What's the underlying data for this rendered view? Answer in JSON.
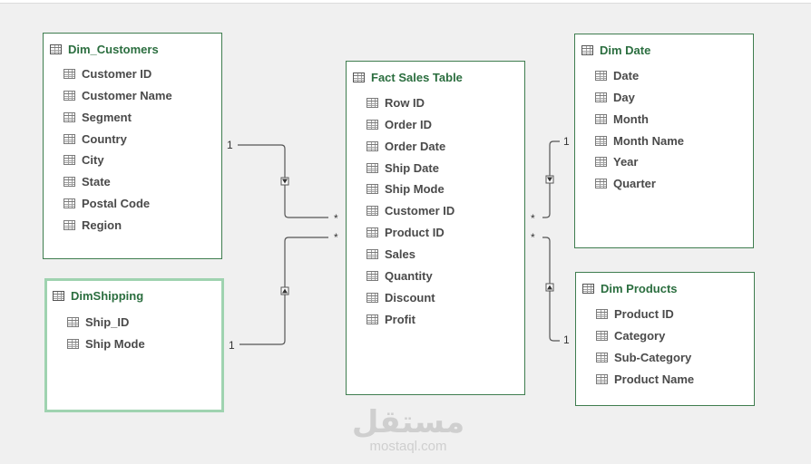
{
  "tables": {
    "dim_customers": {
      "title": "Dim_Customers",
      "fields": [
        "Customer ID",
        "Customer Name",
        "Segment",
        "Country",
        "City",
        "State",
        "Postal Code",
        "Region"
      ]
    },
    "dim_shipping": {
      "title": "DimShipping",
      "fields": [
        "Ship_ID",
        "Ship Mode"
      ]
    },
    "fact_sales": {
      "title": "Fact Sales Table",
      "fields": [
        "Row ID",
        "Order ID",
        "Order Date",
        "Ship Date",
        "Ship Mode",
        "Customer ID",
        "Product ID",
        "Sales",
        "Quantity",
        "Discount",
        "Profit"
      ]
    },
    "dim_date": {
      "title": "Dim Date",
      "fields": [
        "Date",
        "Day",
        "Month",
        "Month Name",
        "Year",
        "Quarter"
      ]
    },
    "dim_products": {
      "title": "Dim Products",
      "fields": [
        "Product ID",
        "Category",
        "Sub-Category",
        "Product Name"
      ]
    }
  },
  "relationships": {
    "customers": {
      "one": "1",
      "many": "*"
    },
    "shipping": {
      "one": "1",
      "many": "*"
    },
    "date": {
      "one": "1",
      "many": "*"
    },
    "products": {
      "one": "1",
      "many": "*"
    }
  },
  "watermark": {
    "logo": "مستقل",
    "url": "mostaql.com"
  },
  "colors": {
    "border": "#3f7d4f",
    "title": "#2b6e3f",
    "selected_border": "#9fd3b0",
    "field_text": "#4a4a4a",
    "line": "#555555"
  }
}
